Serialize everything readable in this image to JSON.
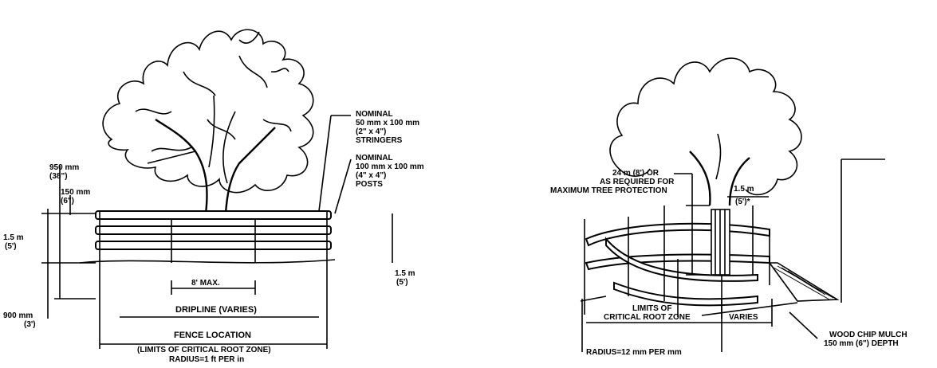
{
  "left": {
    "stringers_1": "NOMINAL",
    "stringers_2": "50 mm x 100 mm",
    "stringers_3": "(2\" x 4\")",
    "stringers_4": "STRINGERS",
    "posts_1": "NOMINAL",
    "posts_2": "100 mm x 100 mm",
    "posts_3": "(4\" x 4\")",
    "posts_4": "POSTS",
    "dim950_1": "950 mm",
    "dim950_2": "(38\")",
    "dim150_1": "150 mm",
    "dim150_2": "(6\")",
    "dim15_1": "1.5 m",
    "dim15_2": "(5')",
    "dim900_1": "900 mm",
    "dim900_2": "(3')",
    "max8": "8' MAX.",
    "right15_1": "1.5 m",
    "right15_2": "(5')",
    "dripline": "DRIPLINE (VARIES)",
    "fence_1": "FENCE LOCATION",
    "fence_2": "(LIMITS OF CRITICAL ROOT ZONE)",
    "fence_3": "RADIUS=1 ft PER in"
  },
  "right": {
    "top_1": "24 m (8') OR",
    "top_2": "AS REQUIRED FOR",
    "top_3": "MAXIMUM TREE PROTECTION",
    "dim_1": "1.5 m",
    "dim_2": "(5')*",
    "limits_1": "LIMITS OF",
    "limits_2": "CRITICAL ROOT ZONE",
    "varies": "VARIES",
    "radius": "RADIUS=12 mm PER mm",
    "mulch_1": "WOOD CHIP MULCH",
    "mulch_2": "150 mm (6\") DEPTH"
  }
}
